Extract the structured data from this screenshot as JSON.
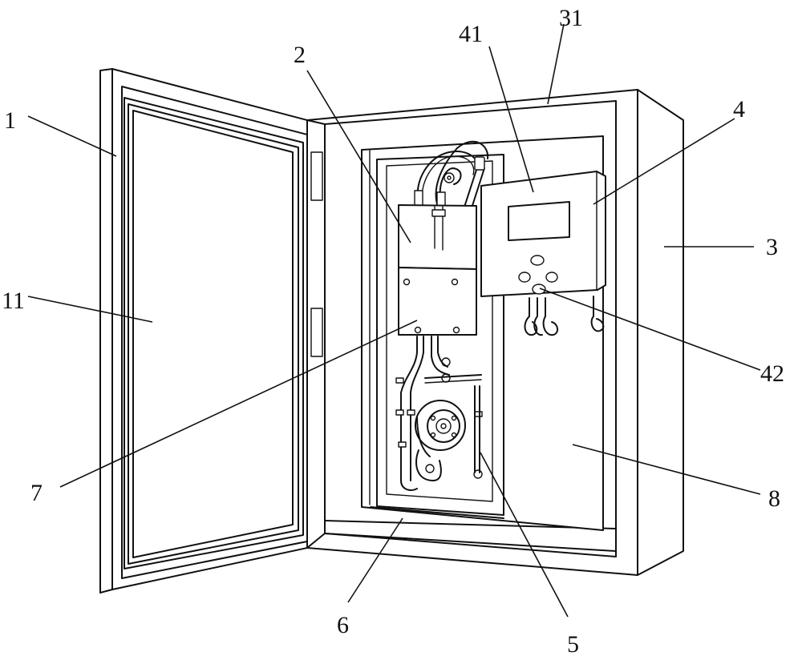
{
  "labels": {
    "l1": "1",
    "l2": "2",
    "l3": "3",
    "l4": "4",
    "l5": "5",
    "l6": "6",
    "l7": "7",
    "l8": "8",
    "l11": "11",
    "l31": "31",
    "l41": "41",
    "l42": "42"
  }
}
